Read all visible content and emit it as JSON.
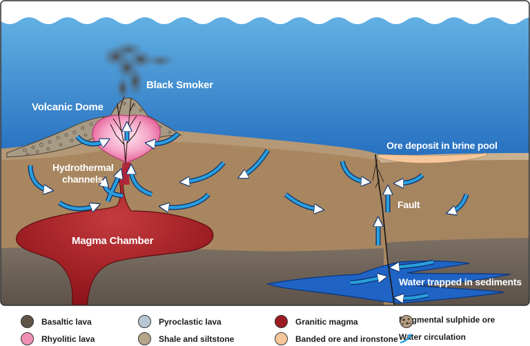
{
  "labels": {
    "black_smoker": "Black Smoker",
    "volcanic_dome": "Volcanic Dome",
    "hydrothermal_line1": "Hydrothermal",
    "hydrothermal_line2": "channels",
    "magma_chamber": "Magma Chamber",
    "ore_deposit": "Ore deposit in brine pool",
    "fault": "Fault",
    "water_trapped": "Water trapped in sediments"
  },
  "legend": [
    {
      "label": "Basaltic lava",
      "color": "#5f5348",
      "kind": "circle"
    },
    {
      "label": "Pyroclastic lava",
      "color": "#b7c6d3",
      "kind": "circle"
    },
    {
      "label": "Granitic magma",
      "color": "#9b1b22",
      "kind": "circle"
    },
    {
      "label": "Fragmental sulphide ore",
      "color": "#b79f84",
      "kind": "fragments"
    },
    {
      "label": "Rhyolitic lava",
      "color": "#f08fb5",
      "kind": "circle"
    },
    {
      "label": "Shale and siltstone",
      "color": "#b5a489",
      "kind": "circle"
    },
    {
      "label": "Banded ore and ironstone",
      "color": "#f6c79a",
      "kind": "circle"
    },
    {
      "label": "Water circulation",
      "color": "#2a9fdc",
      "kind": "arrow"
    }
  ],
  "colors": {
    "sea_top": "#5aa6dc",
    "sea_bottom": "#0b3b84",
    "sediment": "#a88660",
    "basalt": "#6b5f55",
    "magma": "#9b1b22",
    "rhyolite": "#f08fb5",
    "water_arrow": "#2a9fdc"
  }
}
